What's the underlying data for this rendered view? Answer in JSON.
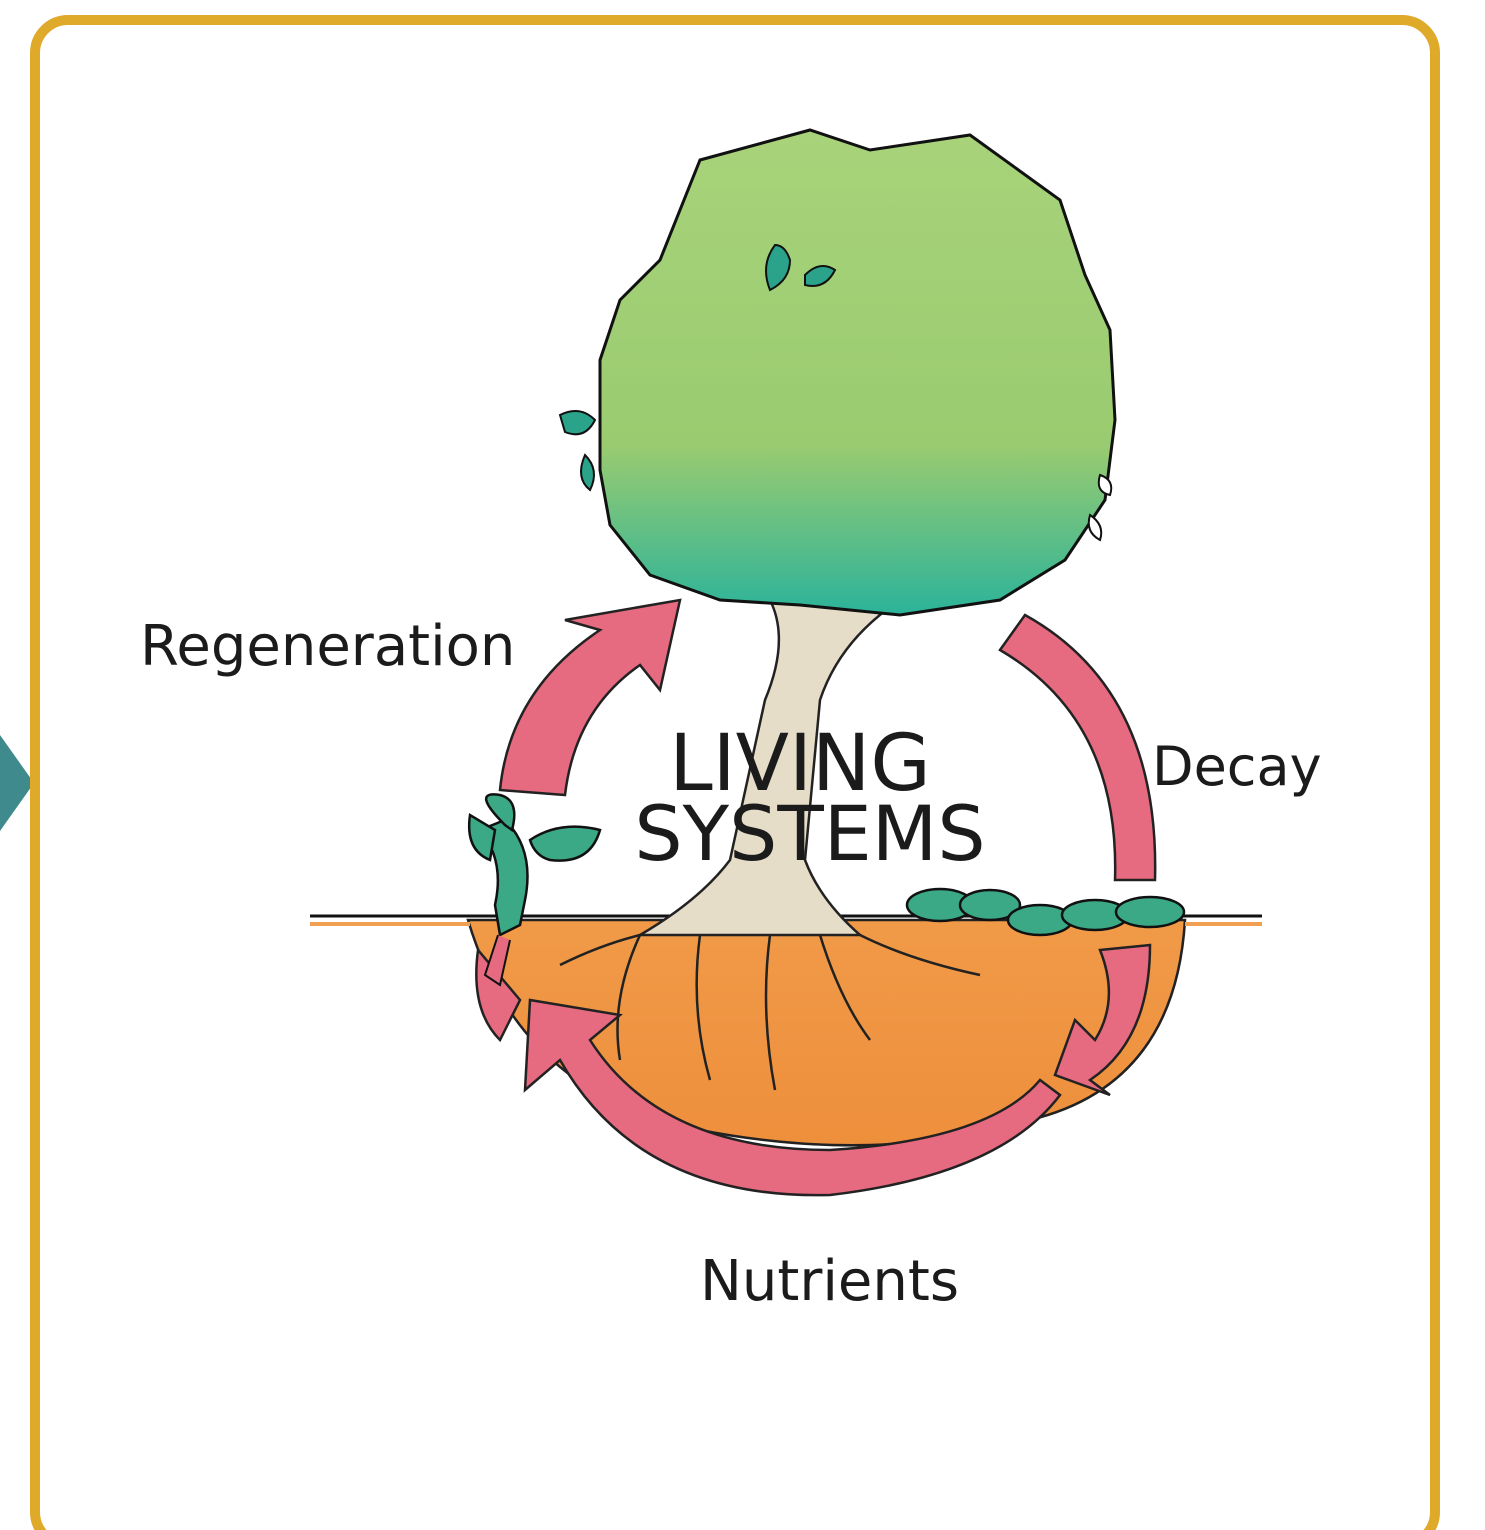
{
  "center_label": {
    "line1": "LIVING",
    "line2": "SYSTEMS"
  },
  "cycle_labels": {
    "regeneration": "Regeneration",
    "decay": "Decay",
    "nutrients": "Nutrients"
  },
  "colors": {
    "frame": "#DFAA2A",
    "side_arrow": "#3F8A8C",
    "cycle_arrow": "#E66A80",
    "soil": "#EE9A45",
    "canopy_light": "#A8D37A",
    "canopy_dark": "#2BB39A",
    "trunk": "#E6DDC8",
    "leaf": "#3BA886"
  },
  "icons": {
    "tree": "tree-icon",
    "seedling": "seedling-icon",
    "fallen_leaves": "fallen-leaves-icon"
  }
}
